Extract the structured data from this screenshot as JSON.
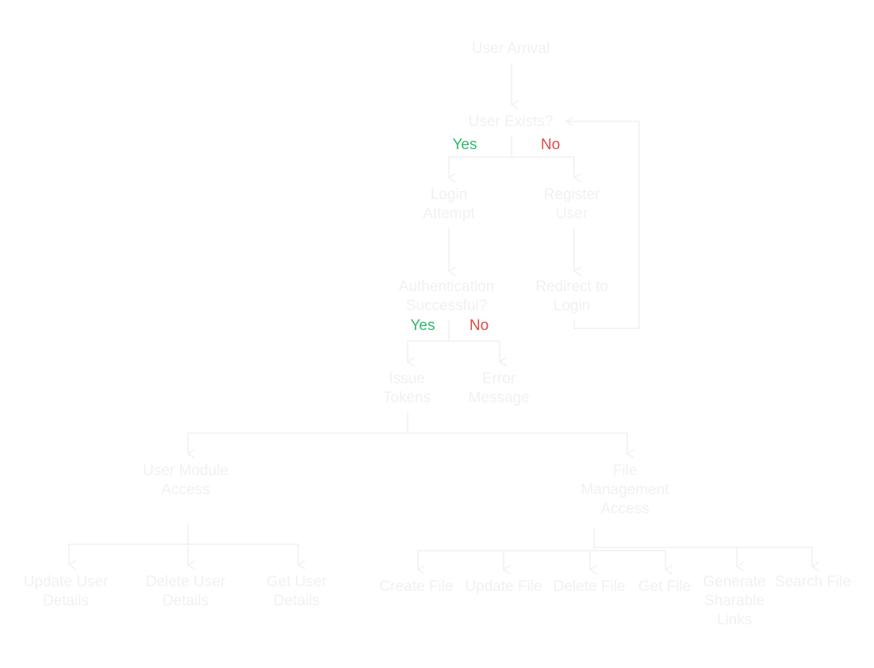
{
  "colors": {
    "node_text": "#f1f1f1",
    "edge": "#f1f1f1",
    "yes": "#2fba6f",
    "no": "#e04b46"
  },
  "nodes": {
    "user_arrival": "User Arrival",
    "user_exists": "User Exists?",
    "login_attempt": "Login\nAttempt",
    "register_user": "Register\nUser",
    "authentication_successful": "Authentication\nSuccessful?",
    "redirect_to_login": "Redirect to\nLogin",
    "issue_tokens": "Issue\nTokens",
    "error_message": "Error\nMessage",
    "user_module_access": "User Module\nAccess",
    "file_management_access": "File\nManagement\nAccess",
    "update_user_details": "Update User\nDetails",
    "delete_user_details": "Delete User\nDetails",
    "get_user_details": "Get User\nDetails",
    "create_file": "Create File",
    "update_file": "Update File",
    "delete_file": "Delete File",
    "get_file": "Get File",
    "generate_sharable_links": "Generate\nSharable\nLinks",
    "search_file": "Search File"
  },
  "branches": {
    "user_exists_yes": "Yes",
    "user_exists_no": "No",
    "auth_yes": "Yes",
    "auth_no": "No"
  }
}
